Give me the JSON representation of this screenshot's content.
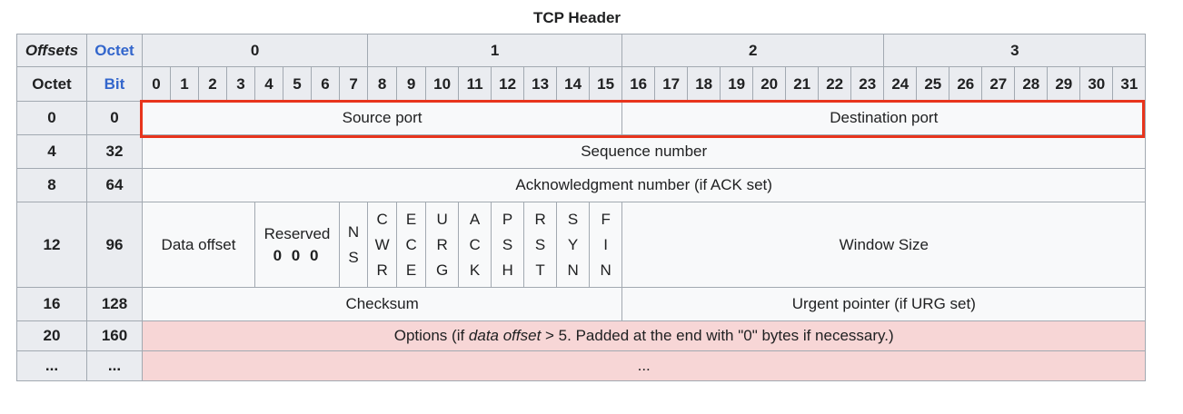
{
  "caption": "TCP Header",
  "corner": {
    "offsets": "Offsets",
    "octet_blue": "Octet",
    "octet": "Octet",
    "bit_blue": "Bit"
  },
  "octet_headers": [
    "0",
    "1",
    "2",
    "3"
  ],
  "bits": [
    "0",
    "1",
    "2",
    "3",
    "4",
    "5",
    "6",
    "7",
    "8",
    "9",
    "10",
    "11",
    "12",
    "13",
    "14",
    "15",
    "16",
    "17",
    "18",
    "19",
    "20",
    "21",
    "22",
    "23",
    "24",
    "25",
    "26",
    "27",
    "28",
    "29",
    "30",
    "31"
  ],
  "rows": {
    "r0": {
      "octet": "0",
      "bit": "0",
      "source_port": "Source port",
      "destination_port": "Destination port"
    },
    "r4": {
      "octet": "4",
      "bit": "32",
      "sequence_number": "Sequence number"
    },
    "r8": {
      "octet": "8",
      "bit": "64",
      "ack_number": "Acknowledgment number (if ACK set)"
    },
    "r12": {
      "octet": "12",
      "bit": "96",
      "data_offset": "Data offset",
      "reserved_label": "Reserved",
      "reserved_bits": "0 0 0",
      "flags": [
        [
          "N",
          "S"
        ],
        [
          "C",
          "W",
          "R"
        ],
        [
          "E",
          "C",
          "E"
        ],
        [
          "U",
          "R",
          "G"
        ],
        [
          "A",
          "C",
          "K"
        ],
        [
          "P",
          "S",
          "H"
        ],
        [
          "R",
          "S",
          "T"
        ],
        [
          "S",
          "Y",
          "N"
        ],
        [
          "F",
          "I",
          "N"
        ]
      ],
      "window_size": "Window Size"
    },
    "r16": {
      "octet": "16",
      "bit": "128",
      "checksum": "Checksum",
      "urgent_pointer": "Urgent pointer (if URG set)"
    },
    "r20": {
      "octet": "20",
      "bit": "160",
      "options_pre": "Options (if ",
      "options_italic": "data offset",
      "options_post": " > 5. Padded at the end with \"0\" bytes if necessary.)",
      "more_octet": "...",
      "more_bit": "...",
      "more_options": "..."
    }
  }
}
